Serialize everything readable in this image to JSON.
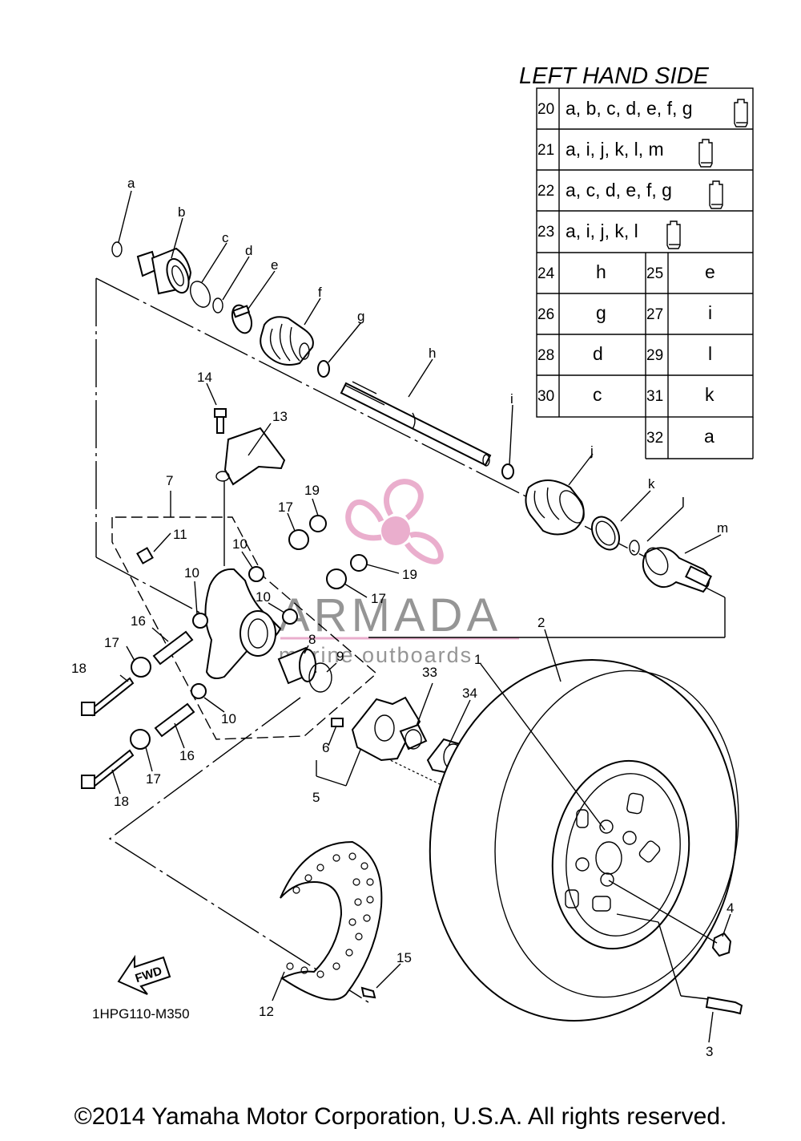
{
  "table": {
    "title": "LEFT HAND SIDE",
    "wide_rows": [
      {
        "num": "20",
        "value": "a, b, c, d, e, f, g"
      },
      {
        "num": "21",
        "value": "a, i, j, k, l, m"
      },
      {
        "num": "22",
        "value": "a, c, d, e, f, g"
      },
      {
        "num": "23",
        "value": "a, i, j, k, l"
      }
    ],
    "pair_rows": [
      {
        "num1": "24",
        "val1": "h",
        "num2": "25",
        "val2": "e"
      },
      {
        "num1": "26",
        "val1": "g",
        "num2": "27",
        "val2": "i"
      },
      {
        "num1": "28",
        "val1": "d",
        "num2": "29",
        "val2": "l"
      },
      {
        "num1": "30",
        "val1": "c",
        "num2": "31",
        "val2": "k"
      }
    ],
    "last_row": {
      "num": "32",
      "value": "a"
    }
  },
  "callouts": {
    "a": "a",
    "b": "b",
    "c": "c",
    "d": "d",
    "e": "e",
    "f": "f",
    "g": "g",
    "h": "h",
    "i": "i",
    "j": "j",
    "k": "k",
    "l": "l",
    "m": "m",
    "n1": "1",
    "n2": "2",
    "n3": "3",
    "n4": "4",
    "n5": "5",
    "n6": "6",
    "n7": "7",
    "n8": "8",
    "n9": "9",
    "n10": "10",
    "n11": "11",
    "n12": "12",
    "n13": "13",
    "n14": "14",
    "n15": "15",
    "n16": "16",
    "n17": "17",
    "n18": "18",
    "n19": "19",
    "n33": "33",
    "n34": "34"
  },
  "fwd_label": "FWD",
  "diagram_code": "1HPG110-M350",
  "watermark": {
    "name": "ARMADA",
    "tagline": "marine outboards",
    "color": "#e8a6c8"
  },
  "copyright": "©2014 Yamaha Motor Corporation, U.S.A. All rights reserved."
}
